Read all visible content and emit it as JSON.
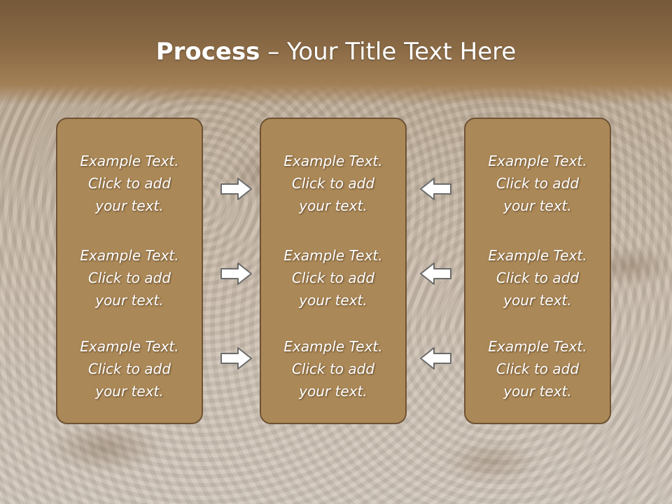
{
  "title": {
    "bold": "Process",
    "rest": " – Your Title Text Here"
  },
  "colors": {
    "box_fill": "#ab8857",
    "box_border": "#6e5234",
    "header": "#8a6a45",
    "arrow_fill": "#ffffff",
    "arrow_stroke": "#6b6b6b"
  },
  "icons": {
    "right_arrow": "right-arrow-icon",
    "left_arrow": "left-arrow-icon"
  },
  "columns": [
    {
      "items": [
        [
          "Example Text.",
          "Click  to add",
          "your text."
        ],
        [
          "Example Text.",
          "Click  to add",
          "your text."
        ],
        [
          "Example Text.",
          "Click  to add",
          "your text."
        ]
      ]
    },
    {
      "items": [
        [
          "Example Text.",
          "Click  to add",
          "your text."
        ],
        [
          "Example Text.",
          "Click  to add",
          "your text."
        ],
        [
          "Example Text.",
          "Click  to add",
          "your text."
        ]
      ]
    },
    {
      "items": [
        [
          "Example Text.",
          "Click  to add",
          "your text."
        ],
        [
          "Example Text.",
          "Click  to add",
          "your text."
        ],
        [
          "Example Text.",
          "Click  to add",
          "your text."
        ]
      ]
    }
  ]
}
